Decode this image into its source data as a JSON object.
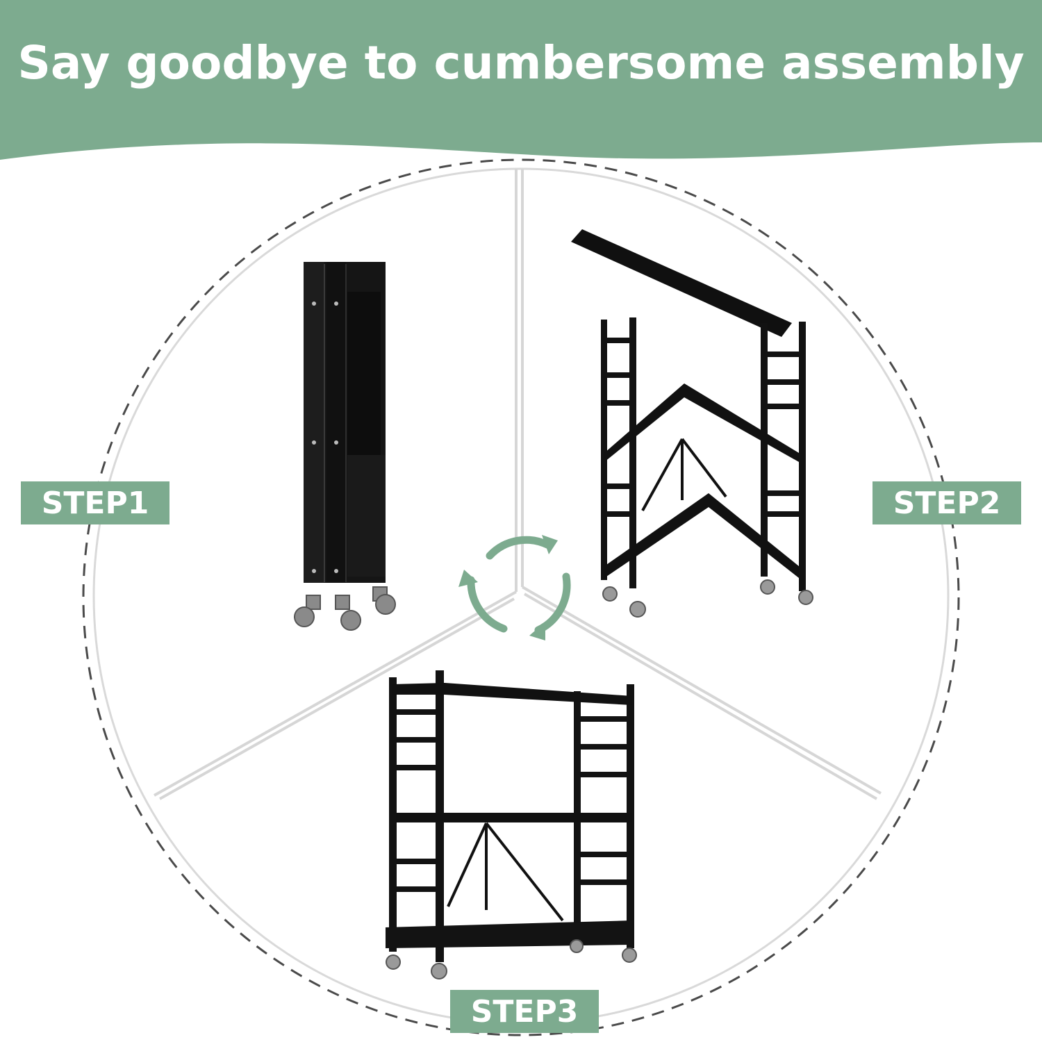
{
  "banner": {
    "title": "Say goodbye to cumbersome assembly",
    "color": "#7dab8f"
  },
  "steps": [
    {
      "label": "STEP1",
      "image": "folded-shelf-rack"
    },
    {
      "label": "STEP2",
      "image": "unfolding-shelf-rack"
    },
    {
      "label": "STEP3",
      "image": "assembled-shelf-rack"
    }
  ],
  "center_icon": "cycle-arrows-icon",
  "colors": {
    "accent": "#7dab8f",
    "label_bg": "#7dab8f",
    "metal": "#141414",
    "divider": "#d6d6d6",
    "dashed_circle": "#4a4a4a"
  }
}
